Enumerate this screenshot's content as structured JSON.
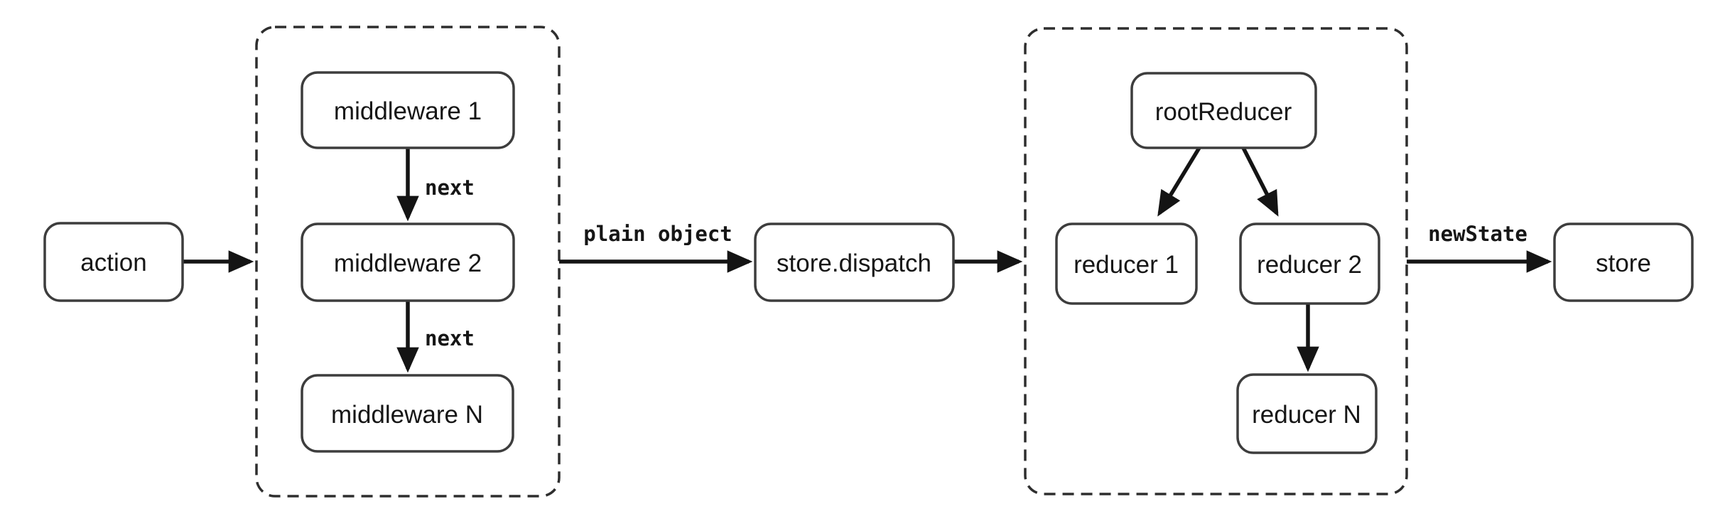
{
  "diagram": {
    "type": "flow-diagram",
    "subject": "redux data flow",
    "nodes": {
      "action": "action",
      "middleware1": "middleware 1",
      "middleware2": "middleware 2",
      "middlewareN": "middleware N",
      "store_dispatch": "store.dispatch",
      "root_reducer": "rootReducer",
      "reducer1": "reducer 1",
      "reducer2": "reducer 2",
      "reducerN": "reducer N",
      "store": "store"
    },
    "edge_labels": {
      "next_1": "next",
      "next_2": "next",
      "plain_object": "plain object",
      "new_state": "newState"
    },
    "colors": {
      "background": "#ffffff",
      "box_fill": "#ffffff",
      "box_border": "#3d3d3d",
      "dashed_border": "#2e2e2e",
      "arrow": "#141414",
      "text": "#161616"
    }
  }
}
